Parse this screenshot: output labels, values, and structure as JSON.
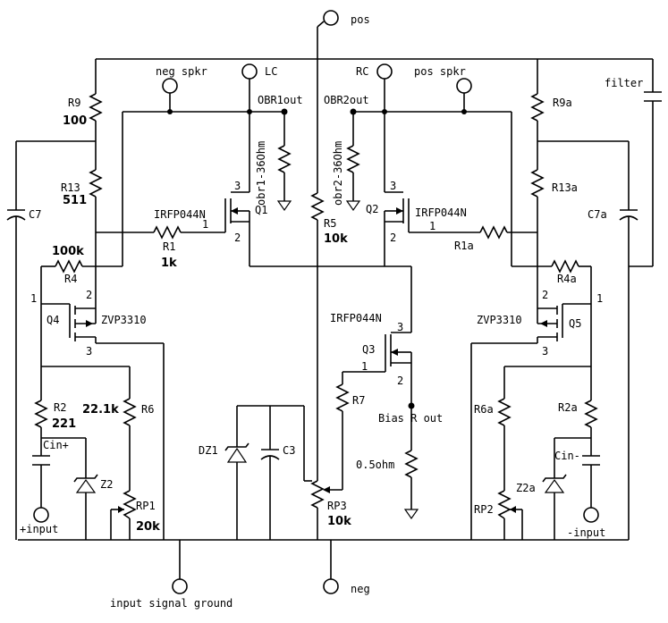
{
  "labels": {
    "pos": "pos",
    "neg": "neg",
    "neg_spkr": "neg spkr",
    "pos_spkr": "pos spkr",
    "LC": "LC",
    "RC": "RC",
    "OBR1out": "OBR1out",
    "OBR2out": "OBR2out",
    "filter": "filter",
    "obr1": "obr1-36Ohm",
    "obr2": "obr2-36Ohm",
    "R9": "R9",
    "R9_val": "100",
    "R13": "R13",
    "R13_val": "511",
    "C7": "C7",
    "R9a": "R9a",
    "R13a": "R13a",
    "C7a": "C7a",
    "Q1": "Q1",
    "Q1_part": "IRFP044N",
    "Q2": "Q2",
    "Q2_part": "IRFP044N",
    "Q3": "Q3",
    "Q3_part": "IRFP044N",
    "Q4": "Q4",
    "Q4_part": "ZVP3310",
    "Q5": "Q5",
    "Q5_part": "ZVP3310",
    "R1": "R1",
    "R1_val": "1k",
    "R1a": "R1a",
    "R5": "R5",
    "R5_val": "10k",
    "R4": "R4",
    "R4_val": "100k",
    "R4a": "R4a",
    "R2": "R2",
    "R2_val": "221",
    "R6": "R6",
    "R6_val": "22.1k",
    "R6a": "R6a",
    "R2a": "R2a",
    "R7": "R7",
    "Cin_plus": "Cin+",
    "Cin_minus": "Cin-",
    "Z2": "Z2",
    "Z2a": "Z2a",
    "RP1": "RP1",
    "RP1_val": "20k",
    "RP2": "RP2",
    "RP3": "RP3",
    "RP3_val": "10k",
    "DZ1": "DZ1",
    "C3": "C3",
    "bias_r_out": "Bias R out",
    "bias_r_val": "0.5ohm",
    "plus_input": "+input",
    "minus_input": "-input",
    "input_gnd": "input signal ground",
    "pin1": "1",
    "pin2": "2",
    "pin3": "3"
  }
}
